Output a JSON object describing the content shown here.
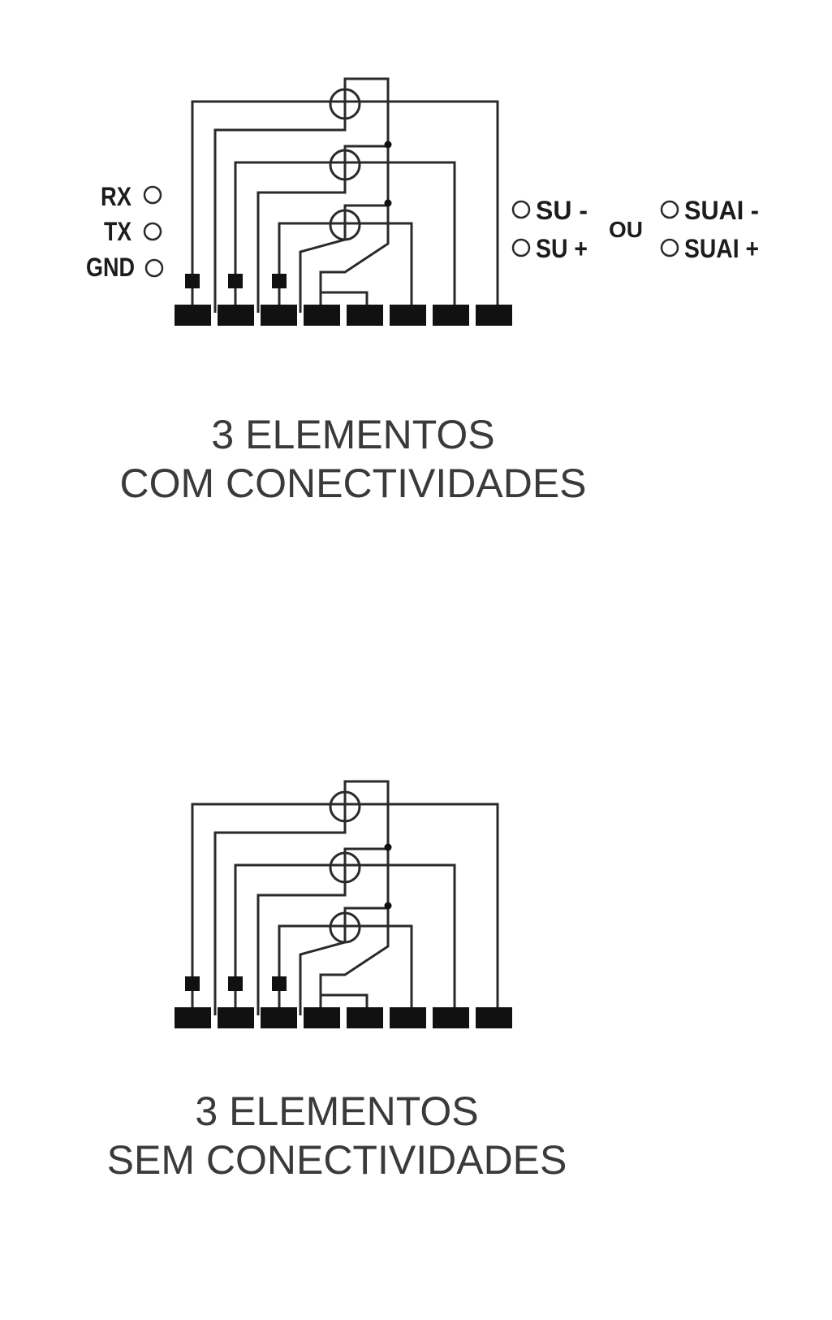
{
  "diagrams": [
    {
      "caption_line1": "3 ELEMENTOS",
      "caption_line2": "COM CONECTIVIDADES",
      "labels_left": [
        "RX",
        "TX",
        "GND"
      ],
      "labels_right_a": [
        "SU -",
        "SU +"
      ],
      "or_label": "OU",
      "labels_right_b": [
        "SUAI -",
        "SUAI +"
      ]
    },
    {
      "caption_line1": "3 ELEMENTOS",
      "caption_line2": "SEM CONECTIVIDADES"
    }
  ]
}
